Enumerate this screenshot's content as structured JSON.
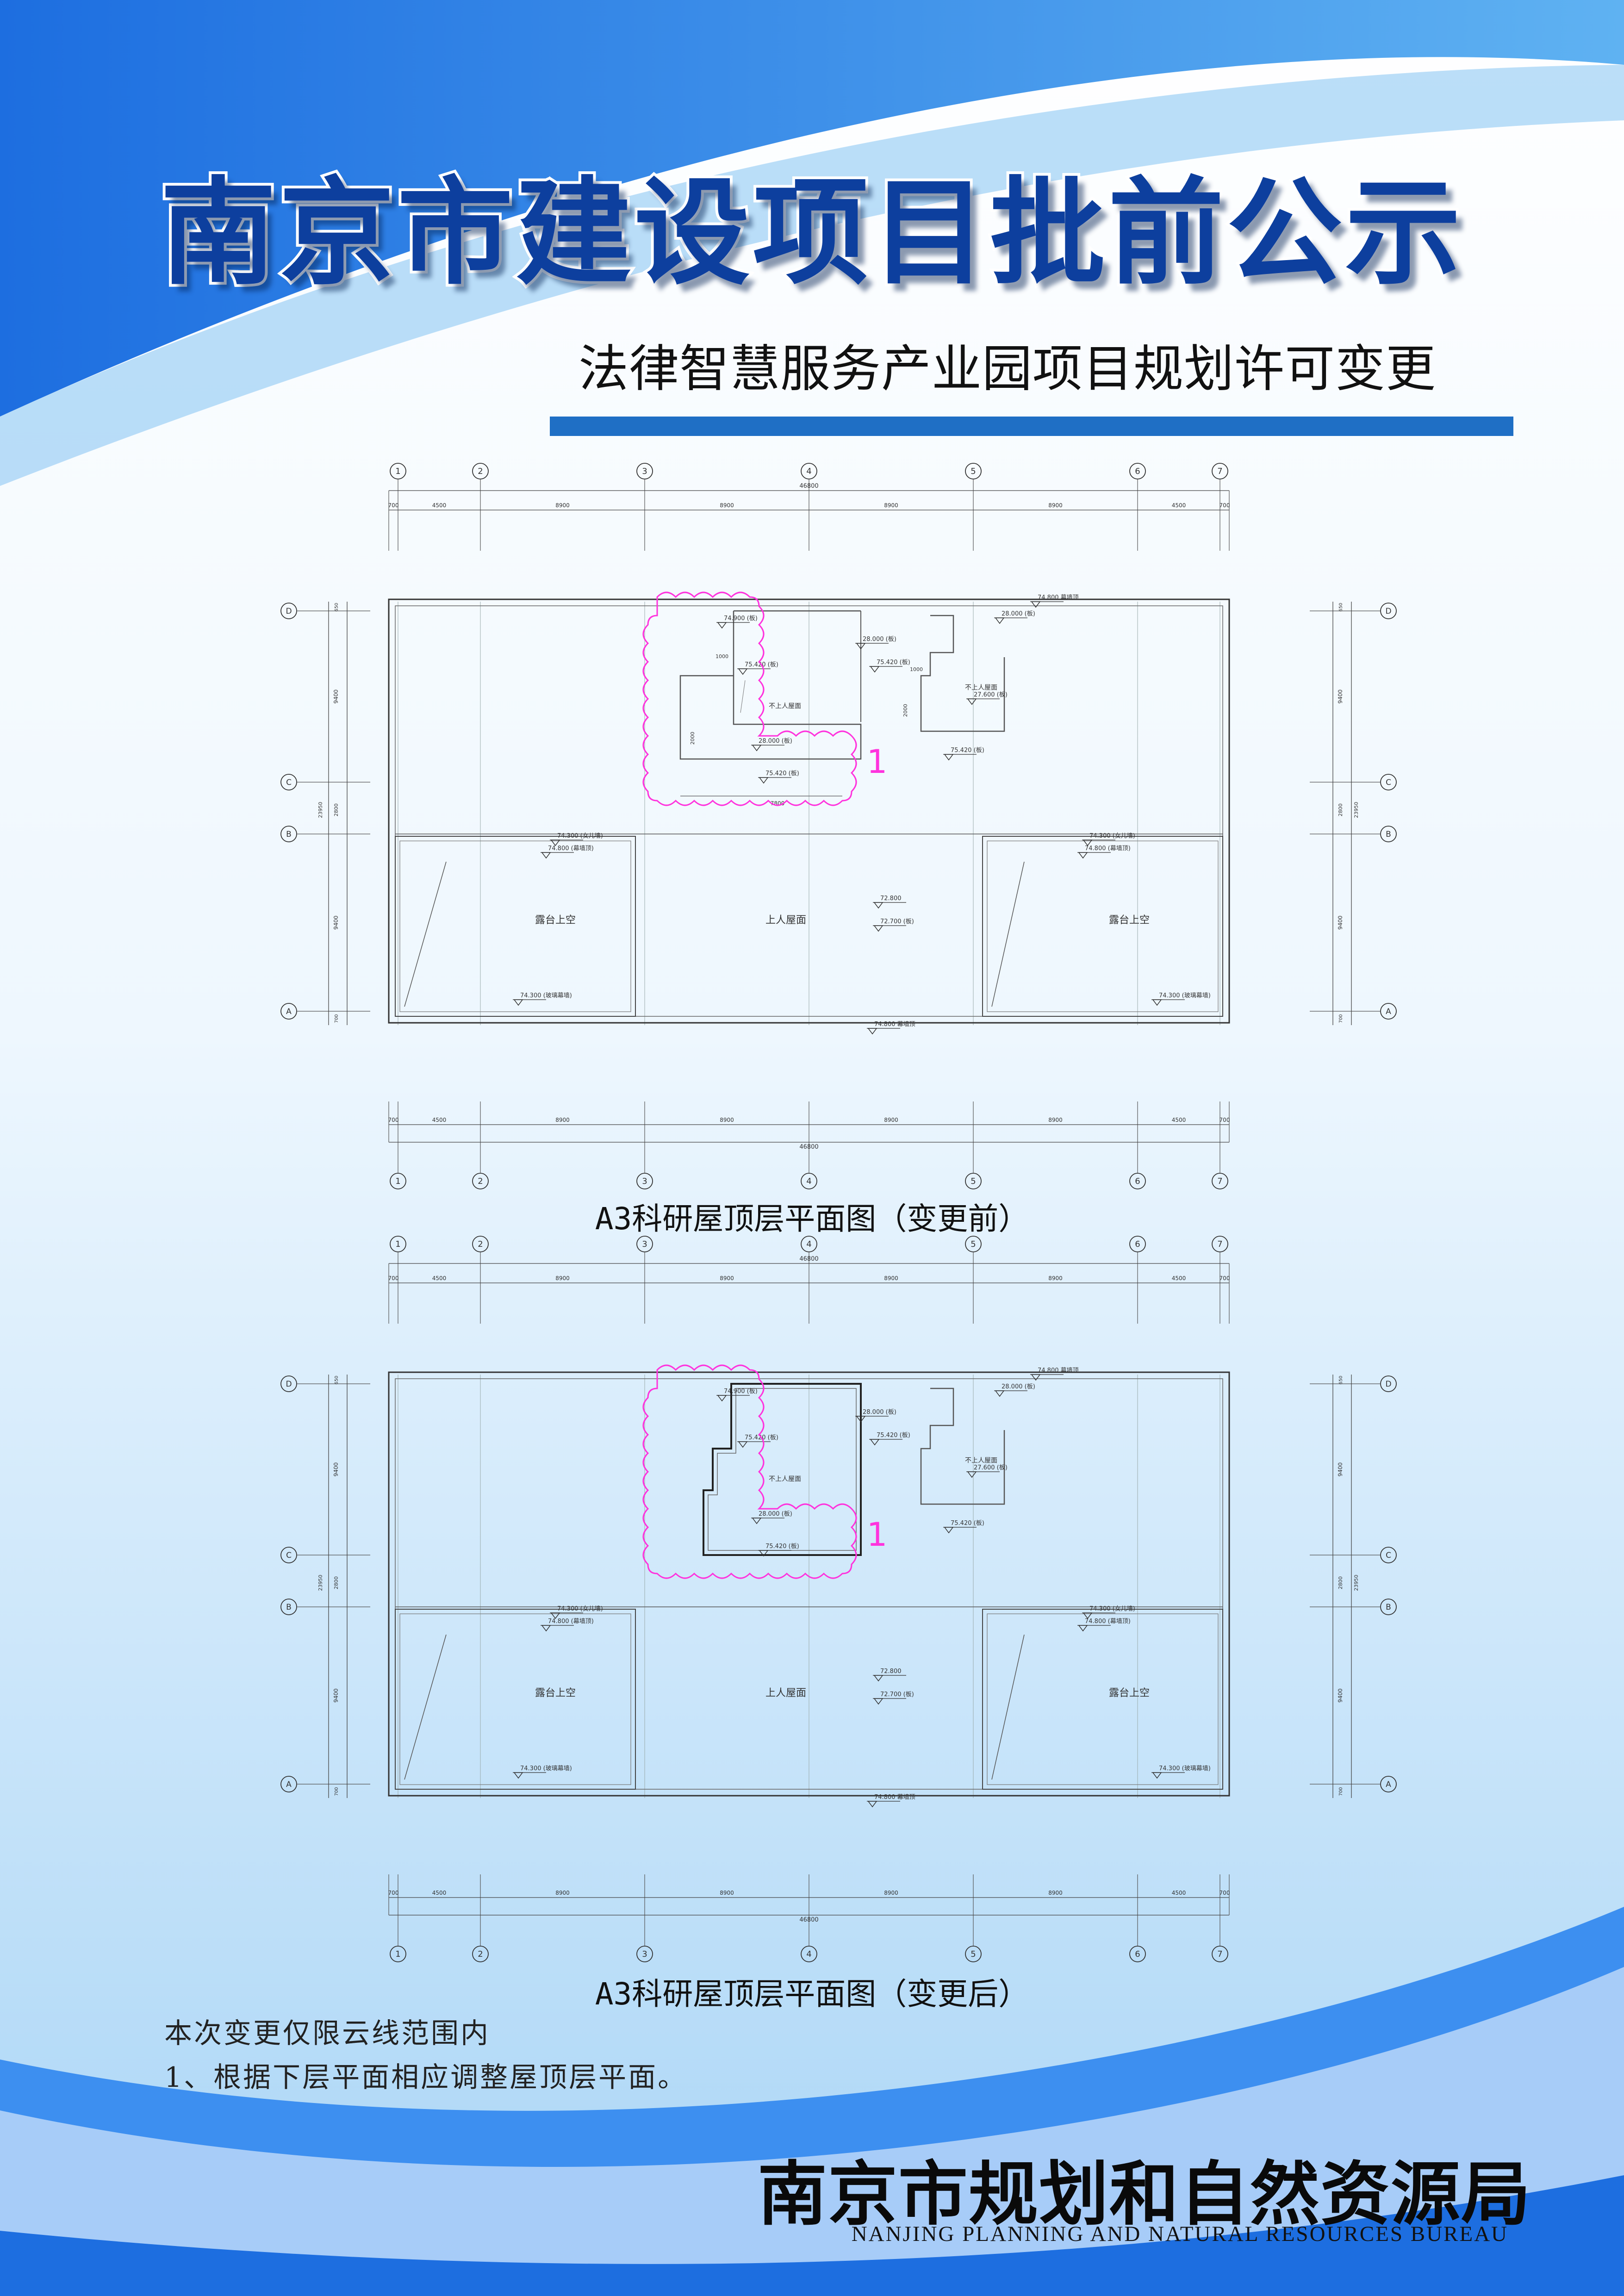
{
  "poster": {
    "title": "南京市建设项目批前公示",
    "subtitle": "法律智慧服务产业园项目规划许可变更",
    "colors": {
      "primary": "#1f6fc5",
      "title_blue": "#0d3f9e",
      "cloud_magenta": "#ff33dd"
    }
  },
  "plans": [
    {
      "caption": "A3科研屋顶层平面图（变更前）",
      "axis_numbers": [
        "1",
        "2",
        "3",
        "4",
        "5",
        "6",
        "7"
      ],
      "axis_letters": [
        "D",
        "C",
        "B",
        "A"
      ],
      "spans": [
        "700",
        "4500",
        "8900",
        "8900",
        "8900",
        "8900",
        "4500",
        "700"
      ],
      "total_width": "46800",
      "side_dims": {
        "top": "650",
        "upper": "9400",
        "mid_a": "2800",
        "mid_b": "23950",
        "lower": "9400",
        "bottom": "700"
      },
      "rooms": {
        "left": "露台上空",
        "center": "上人屋面",
        "right": "露台上空",
        "upper": "不上人屋面"
      },
      "levels": {
        "top": "74.800 幕墙顶",
        "bottom": "74.800 幕墙顶",
        "center_a": "72.800",
        "center_b": "72.700 (板)",
        "l_a": "74.300 (女儿墙)",
        "l_b": "74.800 (幕墙顶)",
        "l_c": "74.300 (玻璃幕墙)",
        "r_a": "74.300 (女儿墙)",
        "r_b": "74.800 (幕墙顶)",
        "r_c": "74.300 (玻璃幕墙)",
        "s_a": "74.900 (板)",
        "s_b": "75.420 (板)",
        "s_c": "28.000 (板)",
        "s_d": "75.420 (板)",
        "s_e": "28.000 (板)",
        "s_f": "75.420 (板)",
        "s_g": "27.600 (板)",
        "s_h": "75.420 (板)",
        "s_i": "28.000 (板)"
      },
      "dims": {
        "d1": "1000",
        "d2": "2000",
        "d3": "7800",
        "d4": "1000",
        "d5": "2000"
      },
      "revision_mark": "1"
    },
    {
      "caption": "A3科研屋顶层平面图（变更后）",
      "axis_numbers": [
        "1",
        "2",
        "3",
        "4",
        "5",
        "6",
        "7"
      ],
      "axis_letters": [
        "D",
        "C",
        "B",
        "A"
      ],
      "spans": [
        "700",
        "4500",
        "8900",
        "8900",
        "8900",
        "8900",
        "4500",
        "700"
      ],
      "total_width": "46800",
      "side_dims": {
        "top": "650",
        "upper": "9400",
        "mid_a": "2800",
        "mid_b": "23950",
        "lower": "9400",
        "bottom": "700"
      },
      "rooms": {
        "left": "露台上空",
        "center": "上人屋面",
        "right": "露台上空",
        "upper": "不上人屋面"
      },
      "levels": {
        "top": "74.800 幕墙顶",
        "bottom": "74.800 幕墙顶",
        "center_a": "72.800",
        "center_b": "72.700 (板)",
        "l_a": "74.300 (女儿墙)",
        "l_b": "74.800 (幕墙顶)",
        "l_c": "74.300 (玻璃幕墙)",
        "r_a": "74.300 (女儿墙)",
        "r_b": "74.800 (幕墙顶)",
        "r_c": "74.300 (玻璃幕墙)",
        "s_a": "74.900 (板)",
        "s_b": "75.420 (板)",
        "s_c": "28.000 (板)",
        "s_d": "75.420 (板)",
        "s_e": "28.000 (板)",
        "s_f": "75.420 (板)",
        "s_g": "27.600 (板)",
        "s_h": "75.420 (板)",
        "s_i": "28.000 (板)"
      },
      "dims": {
        "d1": "",
        "d2": "",
        "d3": "",
        "d4": "",
        "d5": ""
      },
      "revision_mark": "1"
    }
  ],
  "notes": [
    "本次变更仅限云线范围内",
    "1、根据下层平面相应调整屋顶层平面。"
  ],
  "footer": {
    "cn": "南京市规划和自然资源局",
    "en": "NANJING PLANNING AND NATURAL RESOURCES BUREAU"
  }
}
